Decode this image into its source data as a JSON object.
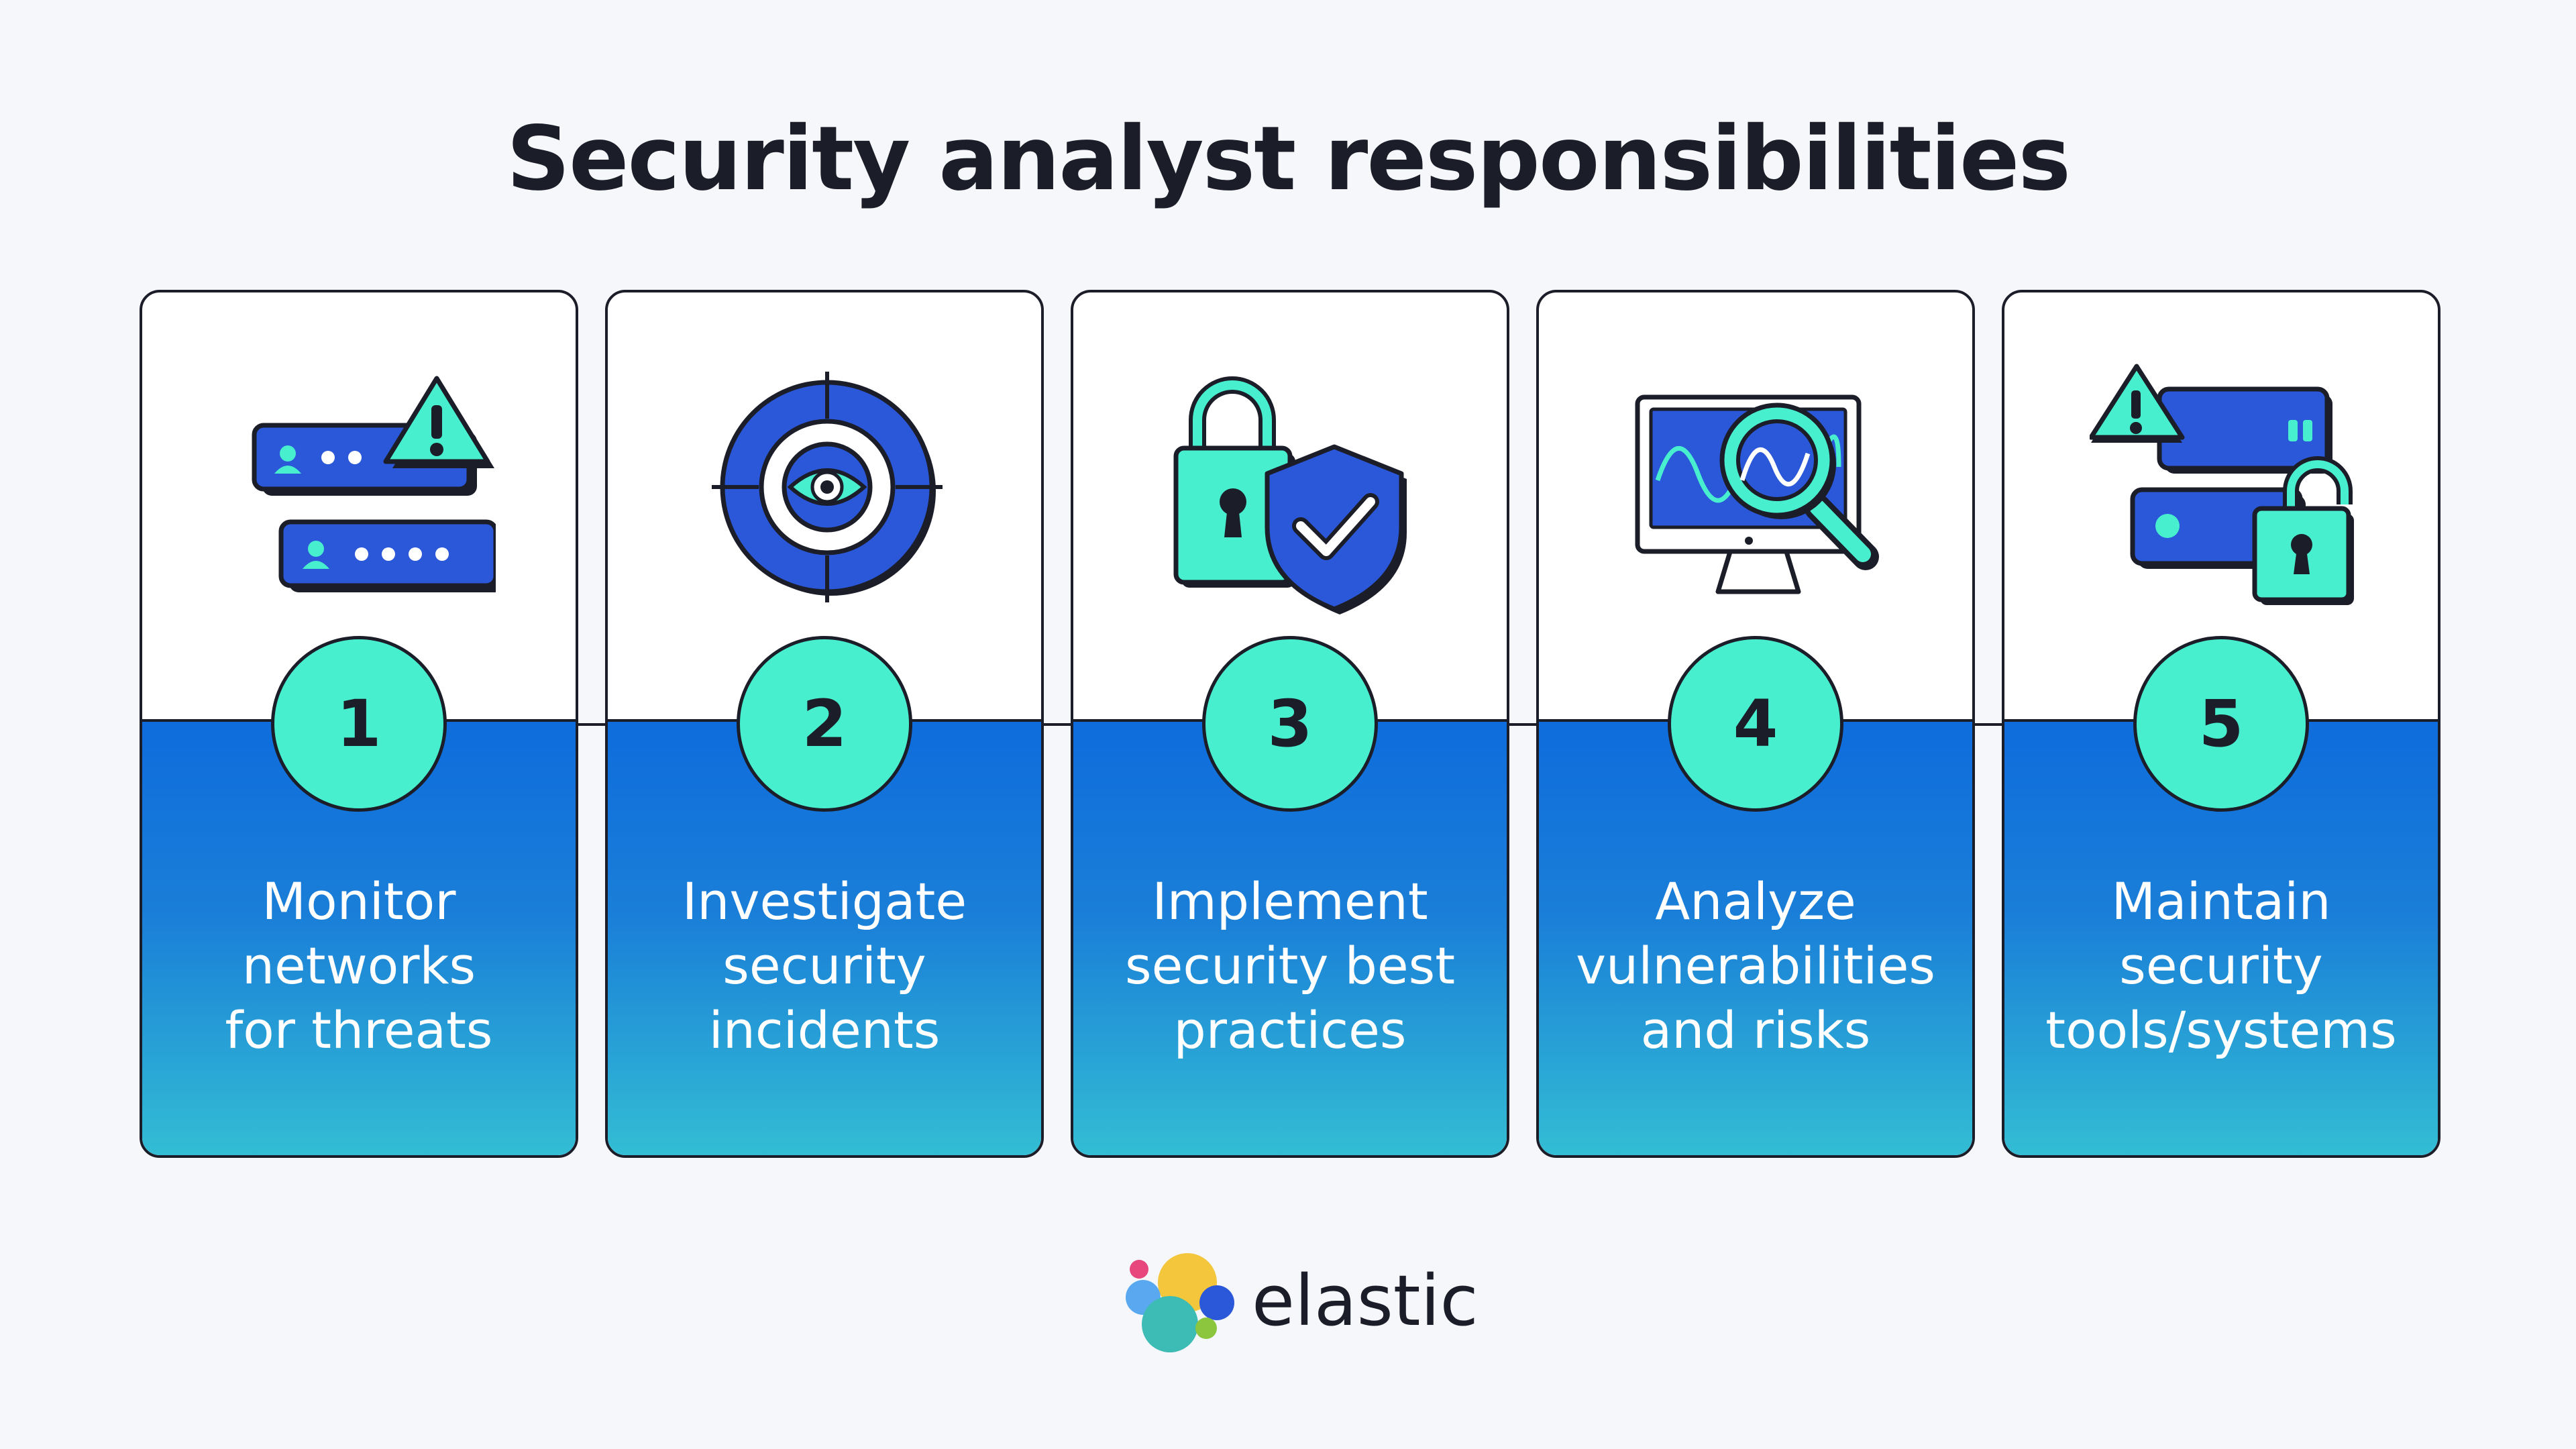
{
  "title": "Security analyst responsibilities",
  "steps": [
    {
      "number": "1",
      "lines": [
        "Monitor",
        "networks",
        "for threats"
      ],
      "icon": "server-alert-icon"
    },
    {
      "number": "2",
      "lines": [
        "Investigate",
        "security",
        "incidents"
      ],
      "icon": "target-eye-icon"
    },
    {
      "number": "3",
      "lines": [
        "Implement",
        "security best",
        "practices"
      ],
      "icon": "lock-shield-icon"
    },
    {
      "number": "4",
      "lines": [
        "Analyze",
        "vulnerabilities",
        "and risks"
      ],
      "icon": "monitor-magnifier-icon"
    },
    {
      "number": "5",
      "lines": [
        "Maintain",
        "security",
        "tools/systems"
      ],
      "icon": "server-lock-icon"
    }
  ],
  "brand": {
    "name": "elastic"
  },
  "colors": {
    "outline": "#1b1d28",
    "blue": "#0f6cdc",
    "mint": "#48efcf",
    "teal": "#33bdd4",
    "background": "#f5f7fb"
  }
}
